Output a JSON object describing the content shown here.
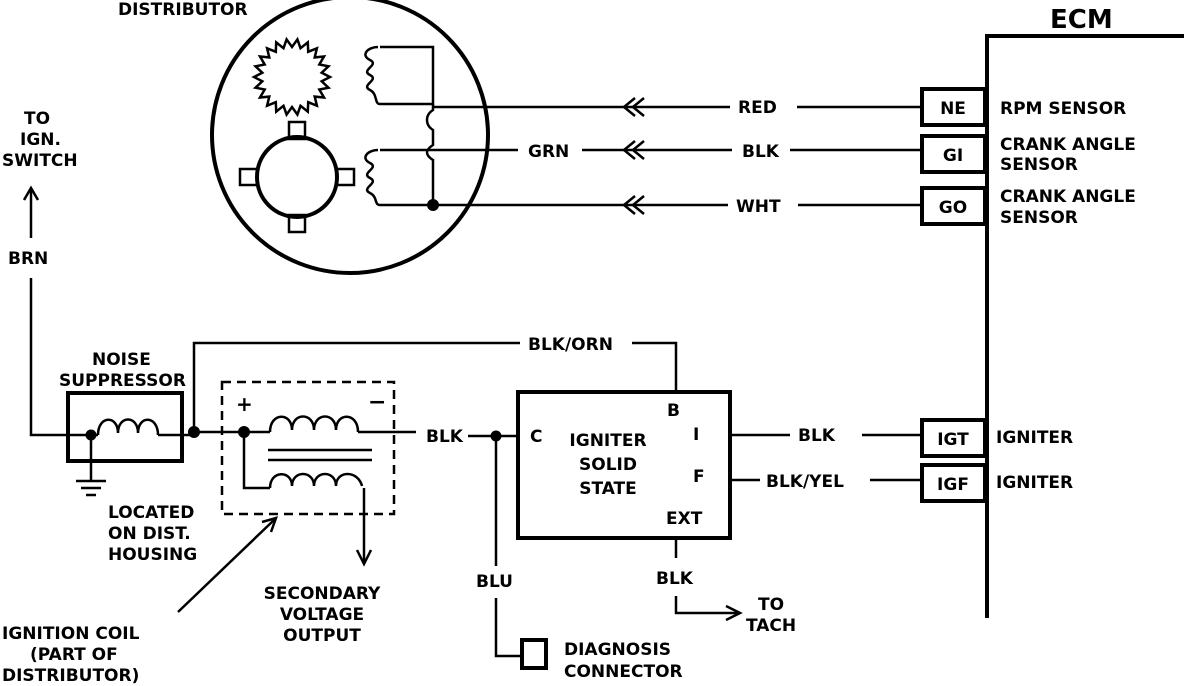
{
  "labels": {
    "distributor": "DISTRIBUTOR",
    "ecm": "ECM",
    "to_ign_1": "TO",
    "to_ign_2": "IGN.",
    "to_ign_3": "SWITCH",
    "brn": "BRN",
    "red": "RED",
    "grn": "GRN",
    "blk_gi": "BLK",
    "wht": "WHT",
    "ne": "NE",
    "gi": "GI",
    "go": "GO",
    "rpm_sensor": "RPM SENSOR",
    "crank1_a": "CRANK ANGLE",
    "crank1_b": "SENSOR",
    "crank2_a": "CRANK ANGLE",
    "crank2_b": "SENSOR",
    "blk_orn": "BLK/ORN",
    "noise_1": "NOISE",
    "noise_2": "SUPPRESSOR",
    "plus": "+",
    "minus": "−",
    "blk_coil": "BLK",
    "c": "C",
    "b": "B",
    "i": "I",
    "f": "F",
    "ext": "EXT",
    "igniter_1": "IGNITER",
    "igniter_2": "SOLID",
    "igniter_3": "STATE",
    "blk_igt": "BLK",
    "blk_yel": "BLK/YEL",
    "igt": "IGT",
    "igf": "IGF",
    "igniter_igt": "IGNITER",
    "igniter_igf": "IGNITER",
    "located_1": "LOCATED",
    "located_2": "ON DIST.",
    "located_3": "HOUSING",
    "secondary_1": "SECONDARY",
    "secondary_2": "VOLTAGE",
    "secondary_3": "OUTPUT",
    "blu": "BLU",
    "blk_ext": "BLK",
    "to_tach_1": "TO",
    "to_tach_2": "TACH",
    "diag_1": "DIAGNOSIS",
    "diag_2": "CONNECTOR",
    "coil_1": "IGNITION COIL",
    "coil_2": "(PART OF",
    "coil_3": "DISTRIBUTOR)"
  }
}
